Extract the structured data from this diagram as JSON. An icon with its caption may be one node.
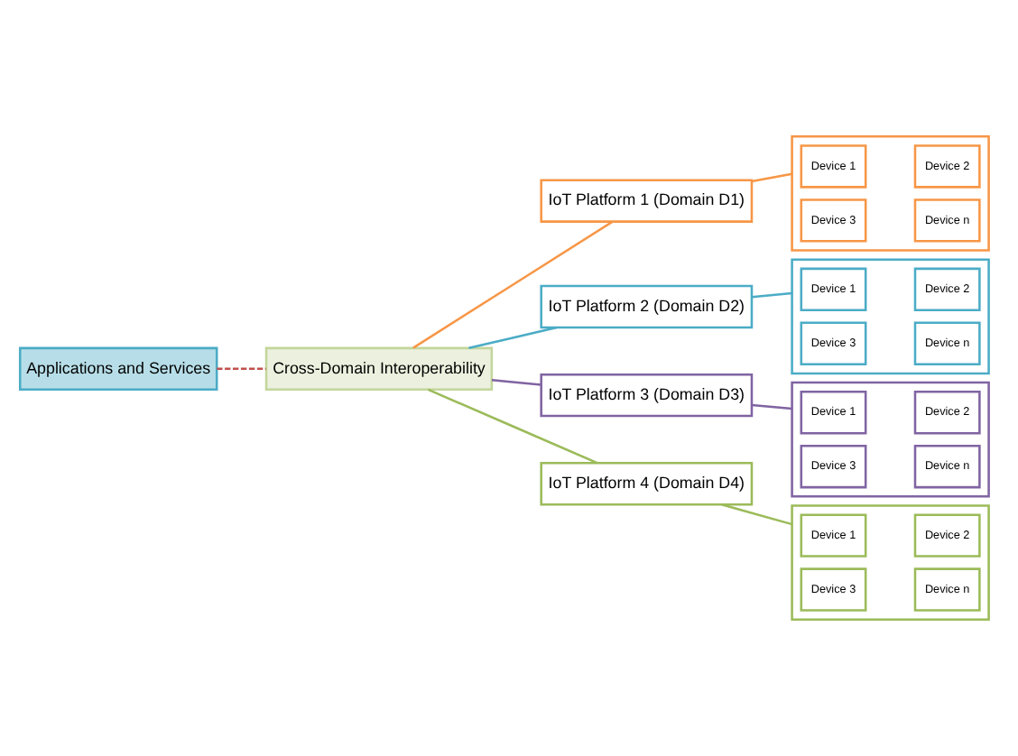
{
  "diagram": {
    "nodes": [
      {
        "text": [
          "Applications and Services"
        ]
      },
      {
        "text": [
          "Cross-Domain Interoperability"
        ]
      },
      {
        "text": [
          "IoT Platform 1 (Domain D1)"
        ]
      },
      {
        "text": [],
        "shape": "box"
      },
      {
        "text": [
          "Device 1"
        ],
        "in": 3
      },
      {
        "text": [
          "Device 2"
        ],
        "in": 3
      },
      {
        "text": [
          "Device 3"
        ],
        "in": 3
      },
      {
        "text": [
          "Device n"
        ],
        "in": 3
      },
      {
        "text": [
          "IoT Platform 2 (Domain D2)"
        ]
      },
      {
        "text": [],
        "shape": "box"
      },
      {
        "text": [
          "Device 1"
        ],
        "in": 9
      },
      {
        "text": [
          "Device 2"
        ],
        "in": 9
      },
      {
        "text": [
          "Device 3"
        ],
        "in": 9
      },
      {
        "text": [
          "Device n"
        ],
        "in": 9
      },
      {
        "text": [
          "IoT Platform 3 (Domain D3)"
        ]
      },
      {
        "text": [],
        "shape": "box"
      },
      {
        "text": [
          "Device 1"
        ],
        "in": 15
      },
      {
        "text": [
          "Device 2"
        ],
        "in": 15
      },
      {
        "text": [
          "Device 3"
        ],
        "in": 15
      },
      {
        "text": [
          "Device n"
        ],
        "in": 15
      },
      {
        "text": [
          "IoT Platform 4 (Domain D4)"
        ]
      },
      {
        "text": [],
        "shape": "box"
      },
      {
        "text": [
          "Device 1"
        ],
        "in": 21
      },
      {
        "text": [
          "Device 2"
        ],
        "in": 21
      },
      {
        "text": [
          "Device 3"
        ],
        "in": 21
      },
      {
        "text": [
          "Device n"
        ],
        "in": 21
      }
    ],
    "edges": [
      {
        "from": 0,
        "to": 1,
        "arrow": "none",
        "style": "dashed",
        "color": "#c0504d"
      },
      {
        "from": 1,
        "to": 2,
        "arrow": "none",
        "color": "#f79646"
      },
      {
        "from": 1,
        "to": 8,
        "arrow": "none",
        "color": "#4bacc6"
      },
      {
        "from": 1,
        "to": 14,
        "arrow": "none",
        "color": "#8064a2"
      },
      {
        "from": 1,
        "to": 20,
        "arrow": "none",
        "color": "#9bbb59"
      },
      {
        "from": 2,
        "to": 3,
        "arrow": "none",
        "color": "#f79646"
      },
      {
        "from": 8,
        "to": 9,
        "arrow": "none",
        "color": "#4bacc6"
      },
      {
        "from": 14,
        "to": 15,
        "arrow": "none",
        "color": "#8064a2"
      },
      {
        "from": 20,
        "to": 21,
        "arrow": "none",
        "color": "#9bbb59"
      }
    ]
  }
}
